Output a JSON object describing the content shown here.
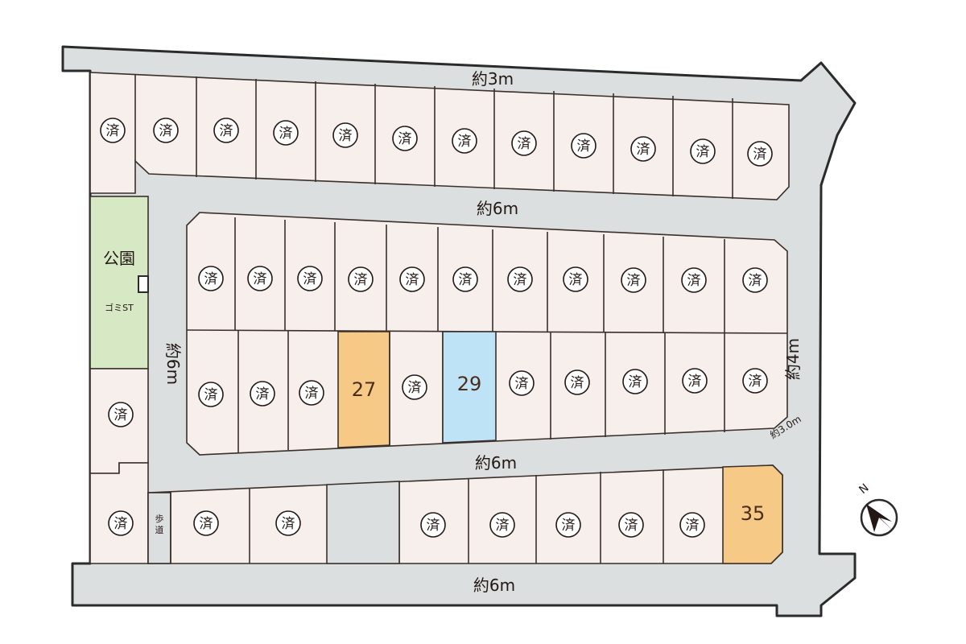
{
  "map": {
    "sold_mark": "済",
    "colors": {
      "lot": "#f7efec",
      "road": "#dcdfdf",
      "park": "#d7e8c4",
      "orange": "#f6c987",
      "blue": "#bfe3f6",
      "vacant": "#dcdfdf"
    },
    "roads": {
      "top": "約3m",
      "upper_inner": "約6m",
      "left_inner": "約6m",
      "lower_inner": "約6m",
      "right": "約4m",
      "right_corner": "約3.0m",
      "bottom": "約6m"
    },
    "park": {
      "label": "公園",
      "gomi": "ゴミST"
    },
    "sidewalk": "歩道",
    "compass": {
      "letter": "N"
    },
    "available_lots": [
      {
        "number": "27",
        "color": "orange"
      },
      {
        "number": "29",
        "color": "blue"
      },
      {
        "number": "35",
        "color": "orange"
      }
    ]
  }
}
